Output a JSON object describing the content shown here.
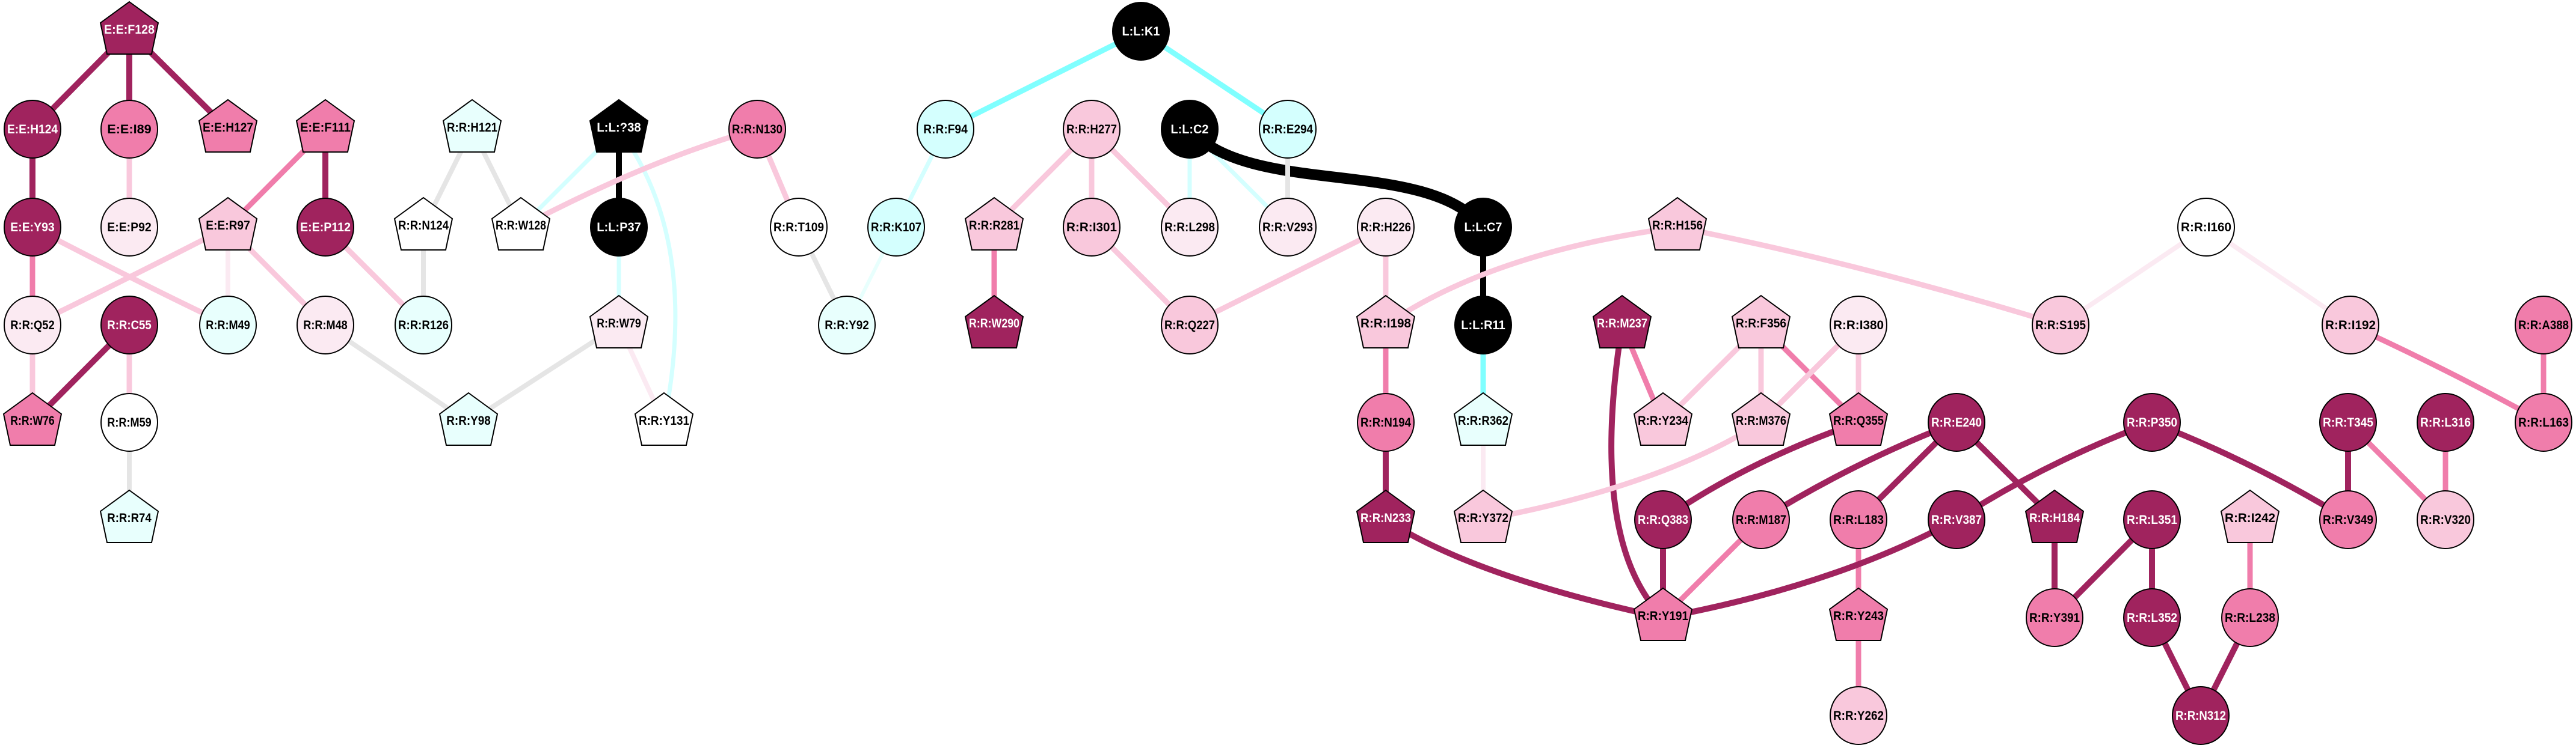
{
  "colors": {
    "dark": "#A0235E",
    "pink": "#F07DAB",
    "lightpink": "#F9C8DC",
    "palepink": "#FBEAF2",
    "white": "#FFFFFF",
    "palecyan": "#E8FFFD",
    "cyan": "#D4FFFE",
    "black": "#000000",
    "edge_dark": "#A0235E",
    "edge_pink": "#F07DAB",
    "edge_lightpink": "#F9C8DC",
    "edge_palepink": "#FBEAF2",
    "edge_gray": "#E5E5E5",
    "edge_cyan": "#80FFFF",
    "edge_lightcyan": "#D4FFFF",
    "edge_palecyan": "#E8FFFD",
    "edge_black": "#000000"
  },
  "nodes": [
    {
      "label": "E:E:F128",
      "shape": "pentagon",
      "fill": "dark"
    },
    {
      "label": "E:E:H124",
      "shape": "circle",
      "fill": "dark"
    },
    {
      "label": "E:E:I89",
      "shape": "circle",
      "fill": "pink"
    },
    {
      "label": "E:E:H127",
      "shape": "pentagon",
      "fill": "pink"
    },
    {
      "label": "E:E:F111",
      "shape": "pentagon",
      "fill": "pink"
    },
    {
      "label": "R:R:H121",
      "shape": "pentagon",
      "fill": "palecyan"
    },
    {
      "label": "L:L:?38",
      "shape": "pentagon",
      "fill": "black"
    },
    {
      "label": "R:R:N130",
      "shape": "circle",
      "fill": "pink"
    },
    {
      "label": "E:E:Y93",
      "shape": "circle",
      "fill": "dark"
    },
    {
      "label": "E:E:P92",
      "shape": "circle",
      "fill": "palepink"
    },
    {
      "label": "E:E:R97",
      "shape": "pentagon",
      "fill": "lightpink"
    },
    {
      "label": "E:E:P112",
      "shape": "circle",
      "fill": "dark"
    },
    {
      "label": "R:R:N124",
      "shape": "pentagon",
      "fill": "white"
    },
    {
      "label": "R:R:W128",
      "shape": "pentagon",
      "fill": "white"
    },
    {
      "label": "L:L:P37",
      "shape": "circle",
      "fill": "black"
    },
    {
      "label": "R:R:T109",
      "shape": "circle",
      "fill": "white"
    },
    {
      "label": "R:R:Q52",
      "shape": "circle",
      "fill": "palepink"
    },
    {
      "label": "R:R:C55",
      "shape": "circle",
      "fill": "dark"
    },
    {
      "label": "R:R:M49",
      "shape": "circle",
      "fill": "palecyan"
    },
    {
      "label": "R:R:M48",
      "shape": "circle",
      "fill": "palepink"
    },
    {
      "label": "R:R:R126",
      "shape": "circle",
      "fill": "palecyan"
    },
    {
      "label": "R:R:W79",
      "shape": "pentagon",
      "fill": "palepink"
    },
    {
      "label": "R:R:Y92",
      "shape": "circle",
      "fill": "palecyan"
    },
    {
      "label": "R:R:W76",
      "shape": "pentagon",
      "fill": "pink"
    },
    {
      "label": "R:R:M59",
      "shape": "circle",
      "fill": "white"
    },
    {
      "label": "R:R:Y98",
      "shape": "pentagon",
      "fill": "palecyan"
    },
    {
      "label": "R:R:Y131",
      "shape": "pentagon",
      "fill": "white"
    },
    {
      "label": "R:R:R74",
      "shape": "pentagon",
      "fill": "palecyan"
    },
    {
      "label": "L:L:K1",
      "shape": "circle",
      "fill": "black"
    },
    {
      "label": "R:R:F94",
      "shape": "circle",
      "fill": "cyan"
    },
    {
      "label": "R:R:H277",
      "shape": "circle",
      "fill": "lightpink"
    },
    {
      "label": "L:L:C2",
      "shape": "circle",
      "fill": "black"
    },
    {
      "label": "R:R:E294",
      "shape": "circle",
      "fill": "cyan"
    },
    {
      "label": "R:R:K107",
      "shape": "circle",
      "fill": "cyan"
    },
    {
      "label": "R:R:R281",
      "shape": "pentagon",
      "fill": "lightpink"
    },
    {
      "label": "R:R:I301",
      "shape": "circle",
      "fill": "lightpink"
    },
    {
      "label": "R:R:L298",
      "shape": "circle",
      "fill": "palepink"
    },
    {
      "label": "R:R:V293",
      "shape": "circle",
      "fill": "palepink"
    },
    {
      "label": "R:R:H226",
      "shape": "circle",
      "fill": "palepink"
    },
    {
      "label": "L:L:C7",
      "shape": "circle",
      "fill": "black"
    },
    {
      "label": "R:R:H156",
      "shape": "pentagon",
      "fill": "lightpink"
    },
    {
      "label": "R:R:W290",
      "shape": "pentagon",
      "fill": "dark"
    },
    {
      "label": "R:R:Q227",
      "shape": "circle",
      "fill": "lightpink"
    },
    {
      "label": "R:R:I198",
      "shape": "pentagon",
      "fill": "lightpink"
    },
    {
      "label": "L:L:R11",
      "shape": "circle",
      "fill": "black"
    },
    {
      "label": "R:R:M237",
      "shape": "pentagon",
      "fill": "dark"
    },
    {
      "label": "R:R:F356",
      "shape": "pentagon",
      "fill": "lightpink"
    },
    {
      "label": "R:R:I380",
      "shape": "circle",
      "fill": "palepink"
    },
    {
      "label": "R:R:I160",
      "shape": "circle",
      "fill": "white"
    },
    {
      "label": "R:R:S195",
      "shape": "circle",
      "fill": "lightpink"
    },
    {
      "label": "R:R:I192",
      "shape": "circle",
      "fill": "lightpink"
    },
    {
      "label": "R:R:A388",
      "shape": "circle",
      "fill": "pink"
    },
    {
      "label": "R:R:N194",
      "shape": "circle",
      "fill": "pink"
    },
    {
      "label": "R:R:R362",
      "shape": "pentagon",
      "fill": "palecyan"
    },
    {
      "label": "R:R:Y234",
      "shape": "pentagon",
      "fill": "lightpink"
    },
    {
      "label": "R:R:M376",
      "shape": "pentagon",
      "fill": "lightpink"
    },
    {
      "label": "R:R:Q355",
      "shape": "pentagon",
      "fill": "pink"
    },
    {
      "label": "R:R:E240",
      "shape": "circle",
      "fill": "dark"
    },
    {
      "label": "R:R:P350",
      "shape": "circle",
      "fill": "dark"
    },
    {
      "label": "R:R:T345",
      "shape": "circle",
      "fill": "dark"
    },
    {
      "label": "R:R:L316",
      "shape": "circle",
      "fill": "dark"
    },
    {
      "label": "R:R:L163",
      "shape": "circle",
      "fill": "pink"
    },
    {
      "label": "R:R:N233",
      "shape": "pentagon",
      "fill": "dark"
    },
    {
      "label": "R:R:Y372",
      "shape": "pentagon",
      "fill": "lightpink"
    },
    {
      "label": "R:R:Q383",
      "shape": "circle",
      "fill": "dark"
    },
    {
      "label": "R:R:M187",
      "shape": "circle",
      "fill": "pink"
    },
    {
      "label": "R:R:L183",
      "shape": "circle",
      "fill": "pink"
    },
    {
      "label": "R:R:V387",
      "shape": "circle",
      "fill": "dark"
    },
    {
      "label": "R:R:H184",
      "shape": "pentagon",
      "fill": "dark"
    },
    {
      "label": "R:R:L351",
      "shape": "circle",
      "fill": "dark"
    },
    {
      "label": "R:R:I242",
      "shape": "pentagon",
      "fill": "lightpink"
    },
    {
      "label": "R:R:V349",
      "shape": "circle",
      "fill": "pink"
    },
    {
      "label": "R:R:V320",
      "shape": "circle",
      "fill": "lightpink"
    },
    {
      "label": "R:R:Y191",
      "shape": "pentagon",
      "fill": "pink"
    },
    {
      "label": "R:R:Y243",
      "shape": "pentagon",
      "fill": "pink"
    },
    {
      "label": "R:R:Y391",
      "shape": "circle",
      "fill": "pink"
    },
    {
      "label": "R:R:L352",
      "shape": "circle",
      "fill": "dark"
    },
    {
      "label": "R:R:L238",
      "shape": "circle",
      "fill": "pink"
    },
    {
      "label": "R:R:Y262",
      "shape": "circle",
      "fill": "lightpink"
    },
    {
      "label": "R:R:N312",
      "shape": "circle",
      "fill": "dark"
    }
  ],
  "edges": [
    [
      "E:E:F128",
      "E:E:H124",
      "dark"
    ],
    [
      "E:E:F128",
      "E:E:I89",
      "dark"
    ],
    [
      "E:E:F128",
      "E:E:H127",
      "dark"
    ],
    [
      "E:E:H124",
      "E:E:Y93",
      "dark"
    ],
    [
      "E:E:I89",
      "E:E:P92",
      "lightpink"
    ],
    [
      "E:E:F111",
      "E:E:R97",
      "pink"
    ],
    [
      "E:E:F111",
      "E:E:P112",
      "dark"
    ],
    [
      "R:R:H121",
      "R:R:N124",
      "gray"
    ],
    [
      "R:R:H121",
      "R:R:W128",
      "gray"
    ],
    [
      "L:L:?38",
      "L:L:P37",
      "black"
    ],
    [
      "L:L:?38",
      "R:R:W128",
      "lightcyan"
    ],
    [
      "L:L:?38",
      "R:R:Y131",
      "lightcyan"
    ],
    [
      "R:R:N130",
      "R:R:W128",
      "lightpink"
    ],
    [
      "R:R:N130",
      "R:R:T109",
      "lightpink"
    ],
    [
      "E:E:Y93",
      "R:R:Q52",
      "pink"
    ],
    [
      "E:E:Y93",
      "R:R:M49",
      "lightpink"
    ],
    [
      "E:E:R97",
      "R:R:Q52",
      "lightpink"
    ],
    [
      "E:E:R97",
      "R:R:M49",
      "palepink"
    ],
    [
      "E:E:R97",
      "R:R:M48",
      "lightpink"
    ],
    [
      "E:E:P112",
      "R:R:R126",
      "lightpink"
    ],
    [
      "R:R:N124",
      "R:R:R126",
      "gray"
    ],
    [
      "L:L:P37",
      "R:R:W79",
      "lightcyan"
    ],
    [
      "R:R:T109",
      "R:R:Y92",
      "gray"
    ],
    [
      "R:R:Q52",
      "R:R:W76",
      "lightpink"
    ],
    [
      "R:R:C55",
      "R:R:W76",
      "dark"
    ],
    [
      "R:R:C55",
      "R:R:M59",
      "lightpink"
    ],
    [
      "R:R:M48",
      "R:R:Y98",
      "gray"
    ],
    [
      "R:R:W79",
      "R:R:Y98",
      "gray"
    ],
    [
      "R:R:W79",
      "R:R:Y131",
      "palepink"
    ],
    [
      "R:R:M59",
      "R:R:R74",
      "gray"
    ],
    [
      "L:L:K1",
      "R:R:F94",
      "cyan"
    ],
    [
      "L:L:K1",
      "R:R:E294",
      "cyan"
    ],
    [
      "R:R:F94",
      "R:R:K107",
      "lightcyan"
    ],
    [
      "R:R:K107",
      "R:R:Y92",
      "palecyan"
    ],
    [
      "R:R:H277",
      "R:R:R281",
      "lightpink"
    ],
    [
      "R:R:H277",
      "R:R:I301",
      "lightpink"
    ],
    [
      "R:R:H277",
      "R:R:L298",
      "lightpink"
    ],
    [
      "L:L:C2",
      "R:R:L298",
      "lightcyan"
    ],
    [
      "L:L:C2",
      "R:R:V293",
      "lightcyan"
    ],
    [
      "L:L:C2",
      "L:L:C7",
      "black"
    ],
    [
      "R:R:E294",
      "R:R:V293",
      "gray"
    ],
    [
      "R:R:R281",
      "R:R:W290",
      "pink"
    ],
    [
      "R:R:I301",
      "R:R:Q227",
      "lightpink"
    ],
    [
      "R:R:H226",
      "R:R:Q227",
      "lightpink"
    ],
    [
      "R:R:H226",
      "R:R:I198",
      "lightpink"
    ],
    [
      "L:L:C7",
      "L:L:R11",
      "black"
    ],
    [
      "R:R:H156",
      "R:R:I198",
      "lightpink"
    ],
    [
      "R:R:H156",
      "R:R:S195",
      "lightpink"
    ],
    [
      "R:R:I198",
      "R:R:N194",
      "pink"
    ],
    [
      "L:L:R11",
      "R:R:R362",
      "cyan"
    ],
    [
      "R:R:M237",
      "R:R:Y234",
      "pink"
    ],
    [
      "R:R:M237",
      "R:R:Y191",
      "dark"
    ],
    [
      "R:R:F356",
      "R:R:Y234",
      "lightpink"
    ],
    [
      "R:R:F356",
      "R:R:M376",
      "lightpink"
    ],
    [
      "R:R:F356",
      "R:R:Q355",
      "pink"
    ],
    [
      "R:R:I380",
      "R:R:M376",
      "lightpink"
    ],
    [
      "R:R:I380",
      "R:R:Q355",
      "lightpink"
    ],
    [
      "R:R:N194",
      "R:R:N233",
      "dark"
    ],
    [
      "R:R:R362",
      "R:R:Y372",
      "palepink"
    ],
    [
      "R:R:M376",
      "R:R:Y372",
      "lightpink"
    ],
    [
      "R:R:Q355",
      "R:R:Q383",
      "dark"
    ],
    [
      "R:R:E240",
      "R:R:M187",
      "dark"
    ],
    [
      "R:R:E240",
      "R:R:L183",
      "dark"
    ],
    [
      "R:R:E240",
      "R:R:H184",
      "dark"
    ],
    [
      "R:R:N233",
      "R:R:Y191",
      "dark"
    ],
    [
      "R:R:Q383",
      "R:R:Y191",
      "dark"
    ],
    [
      "R:R:M187",
      "R:R:Y191",
      "pink"
    ],
    [
      "R:R:L183",
      "R:R:Y243",
      "pink"
    ],
    [
      "R:R:V387",
      "R:R:Y191",
      "dark"
    ],
    [
      "R:R:P350",
      "R:R:V387",
      "dark"
    ],
    [
      "R:R:P350",
      "R:R:V349",
      "dark"
    ],
    [
      "R:R:Y243",
      "R:R:Y262",
      "pink"
    ],
    [
      "R:R:I160",
      "R:R:S195",
      "palepink"
    ],
    [
      "R:R:I160",
      "R:R:I192",
      "palepink"
    ],
    [
      "R:R:I192",
      "R:R:L163",
      "pink"
    ],
    [
      "R:R:A388",
      "R:R:L163",
      "pink"
    ],
    [
      "R:R:T345",
      "R:R:V349",
      "dark"
    ],
    [
      "R:R:T345",
      "R:R:V320",
      "pink"
    ],
    [
      "R:R:L316",
      "R:R:V320",
      "pink"
    ],
    [
      "R:R:H184",
      "R:R:Y391",
      "dark"
    ],
    [
      "R:R:L351",
      "R:R:Y391",
      "dark"
    ],
    [
      "R:R:L351",
      "R:R:L352",
      "dark"
    ],
    [
      "R:R:I242",
      "R:R:L238",
      "pink"
    ],
    [
      "R:R:L352",
      "R:R:N312",
      "dark"
    ],
    [
      "R:R:L238",
      "R:R:N312",
      "dark"
    ]
  ]
}
